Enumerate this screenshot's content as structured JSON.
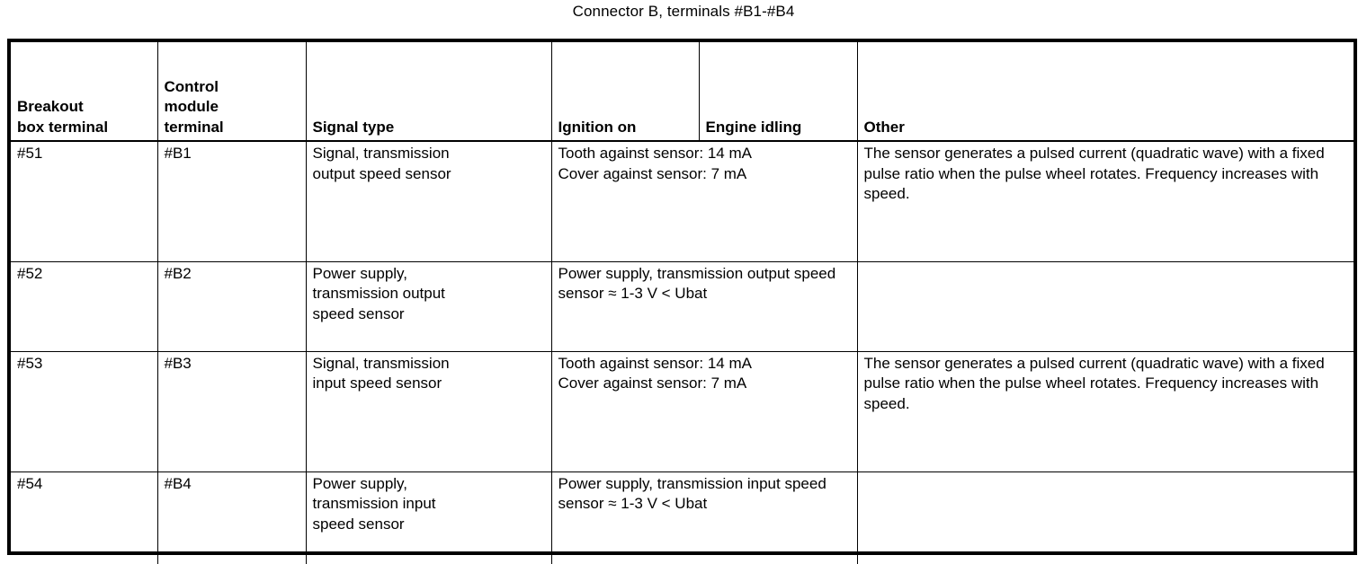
{
  "caption": "Connector B, terminals #B1-#B4",
  "table": {
    "headers": {
      "breakout_box_terminal": "Breakout\nbox terminal",
      "control_module_terminal": "Control\nmodule\nterminal",
      "signal_type": "Signal type",
      "ignition_on": "Ignition on",
      "engine_idling": "Engine idling",
      "other": "Other"
    },
    "rows": [
      {
        "breakout_box_terminal": "#51",
        "control_module_terminal": "#B1",
        "signal_type": "Signal, transmission\noutput speed sensor",
        "measurement": "Tooth against sensor: 14 mA\nCover against sensor: 7 mA",
        "other": "The sensor generates a pulsed current (quadratic wave) with a fixed pulse ratio when the pulse wheel rotates. Frequency increases with speed."
      },
      {
        "breakout_box_terminal": "#52",
        "control_module_terminal": "#B2",
        "signal_type": "Power supply,\ntransmission output\nspeed sensor",
        "measurement": "Power supply, transmission output speed sensor ≈ 1-3 V < Ubat",
        "other": ""
      },
      {
        "breakout_box_terminal": "#53",
        "control_module_terminal": "#B3",
        "signal_type": "Signal, transmission\ninput speed sensor",
        "measurement": "Tooth against sensor: 14 mA\nCover against sensor: 7 mA",
        "other": "The sensor generates a pulsed current (quadratic wave) with a fixed pulse ratio when the pulse wheel rotates. Frequency increases with speed."
      },
      {
        "breakout_box_terminal": "#54",
        "control_module_terminal": "#B4",
        "signal_type": "Power supply,\ntransmission input\nspeed sensor",
        "measurement": "Power supply, transmission input speed sensor ≈ 1-3 V < Ubat",
        "other": ""
      }
    ]
  }
}
